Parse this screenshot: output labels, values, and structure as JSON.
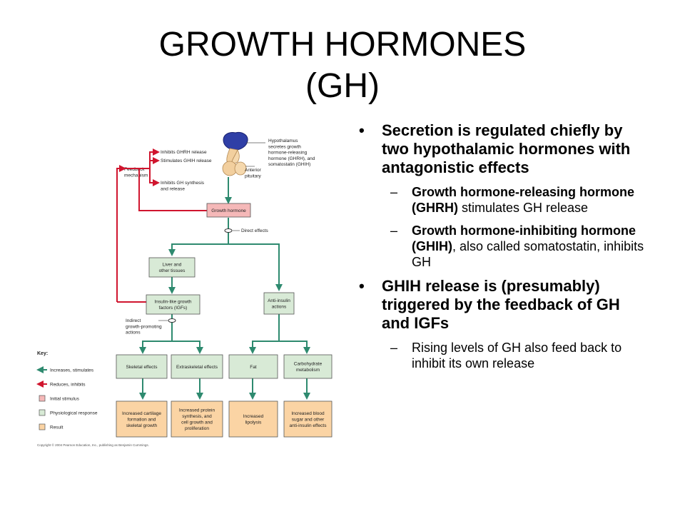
{
  "title": {
    "line1": "GROWTH HORMONES",
    "line2": "(GH)"
  },
  "bullets": [
    {
      "text": "Secretion is regulated chiefly by two hypothalamic hormones with antagonistic effects",
      "sub": [
        {
          "bold": "Growth hormone-releasing hormone (GHRH)",
          "rest": " stimulates GH release"
        },
        {
          "bold": "Growth hormone-inhibiting hormone (GHIH)",
          "rest": ", also called somatostatin, inhibits GH"
        }
      ]
    },
    {
      "text": "GHIH release is (presumably) triggered by the feedback of GH and IGFs",
      "sub": [
        {
          "bold": "",
          "rest": "Rising levels of GH also feed back to inhibit its own release"
        }
      ]
    }
  ],
  "diagram": {
    "hypothalamus_lines": [
      "Hypothalamus",
      "secretes growth",
      "hormone-releasing",
      "hormone (GHRH), and",
      "somatostatin (GHIH)"
    ],
    "anterior_pituitary_lines": [
      "Anterior",
      "pituitary"
    ],
    "inhibits_ghrh": "Inhibits GHRH release",
    "stimulates_ghih": "Stimulates GHIH release",
    "inhibits_gh_lines": [
      "Inhibits GH synthesis",
      "and release"
    ],
    "feedback_lines": [
      "Feedback",
      "mechanism"
    ],
    "growth_hormone": "Growth hormone",
    "direct_effects": "Direct effects",
    "liver_lines": [
      "Liver and",
      "other tissues"
    ],
    "igf_lines": [
      "Insulin-like growth",
      "factors (IGFs)"
    ],
    "anti_insulin_lines": [
      "Anti-insulin",
      "actions"
    ],
    "indirect_lines": [
      "Indirect",
      "growth-promoting",
      "actions"
    ],
    "effects": [
      {
        "box": [
          "Skeletal effects"
        ],
        "result": [
          "Increased cartilage",
          "formation and",
          "skeletal growth"
        ]
      },
      {
        "box": [
          "Extraskeletal effects"
        ],
        "result": [
          "Increased protein",
          "synthesis, and",
          "cell growth and",
          "proliferation"
        ]
      },
      {
        "box": [
          "Fat"
        ],
        "result": [
          "Increased",
          "lipolysis"
        ]
      },
      {
        "box": [
          "Carbohydrate",
          "metabolism"
        ],
        "result": [
          "Increased blood",
          "sugar and other",
          "anti-insulin effects"
        ]
      }
    ],
    "key": {
      "title": "Key:",
      "items": [
        {
          "label": "Increases, stimulates",
          "kind": "arrow",
          "color": "#2e8a6f"
        },
        {
          "label": "Reduces, inhibits",
          "kind": "arrow",
          "color": "#d0152e"
        },
        {
          "label": "Initial stimulus",
          "kind": "box",
          "color": "#f5b8b8"
        },
        {
          "label": "Physiological response",
          "kind": "box",
          "color": "#d8ead6"
        },
        {
          "label": "Result",
          "kind": "box",
          "color": "#fbd4a4"
        }
      ]
    },
    "copyright": "Copyright © 2004 Pearson Education, Inc., publishing as Benjamin Cummings.",
    "colors": {
      "stimulate": "#2e8a6f",
      "inhibit": "#d0152e",
      "response_fill": "#d8ead6",
      "result_fill": "#fbd4a4",
      "hormone_fill": "#f5b8b8"
    }
  }
}
